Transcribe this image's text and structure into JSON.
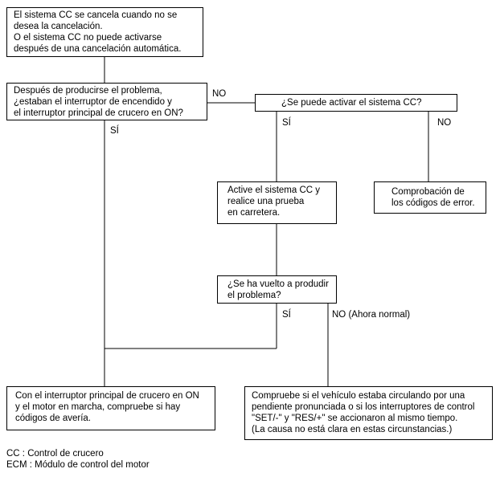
{
  "boxes": {
    "start": "El sistema CC se cancela cuando no se\ndesea la cancelación.\nO el sistema CC no puede activarse\ndespués de una cancelación automática.",
    "q_switches": "Después de producirse el problema,\n¿estaban el interruptor de encendido y\nel interruptor principal de crucero en ON?",
    "q_activate": "¿Se puede activar el sistema CC?",
    "activate_test": "Active el sistema CC y\nrealice una prueba\nen carretera.",
    "check_codes": "Comprobación de\nlos códigos de error.",
    "q_recur": "¿Se ha vuelto a produdir\nel problema?",
    "final_left": "Con el interruptor principal de crucero en ON\ny el motor en marcha, compruebe si hay\ncódigos de avería.",
    "final_right": "Compruebe si el vehículo estaba circulando por una\npendiente pronunciada o si los interruptores de control\n\"SET/-\" y \"RES/+\" se accionaron al mismo tiempo.\n(La causa no está clara en estas circunstancias.)"
  },
  "labels": {
    "no_1": "NO",
    "si_1": "SÍ",
    "si_2": "SÍ",
    "no_2": "NO",
    "si_3": "SÍ",
    "no_3": "NO (Ahora normal)"
  },
  "legend": [
    "CC : Control de crucero",
    "ECM : Módulo de control del motor"
  ]
}
